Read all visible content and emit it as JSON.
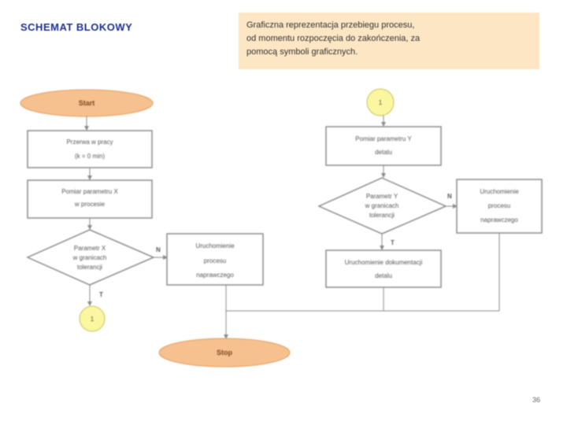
{
  "title": "SCHEMAT BLOKOWY",
  "callout": {
    "line1": "Graficzna reprezentacja przebiegu procesu,",
    "line2": "od momentu rozpoczęcia do zakończenia, za",
    "line3": "pomocą symboli graficznych."
  },
  "colors": {
    "pill_fill": "#f6c08f",
    "connector_fill": "#fbf6a0",
    "box_stroke": "#8a8a8a",
    "title_color": "#1a2f8f",
    "callout_bg": "#fde6c4"
  },
  "flow": {
    "start": "Start",
    "stop": "Stop",
    "left": {
      "box1_line1": "Przerwa w pracy",
      "box1_line2": "(k = 0 min)",
      "box2_line1": "Pomiar parametru X",
      "box2_line2": "w procesie",
      "decision_line1": "Parametr X",
      "decision_line2": "w granicach",
      "decision_line3": "tolerancji",
      "no_label": "N",
      "yes_label": "T",
      "side_line1": "Uruchomienie",
      "side_line2": "procesu",
      "side_line3": "naprawczego",
      "connector": "1"
    },
    "right": {
      "connector": "1",
      "box1_line1": "Pomiar parametru Y",
      "box1_line2": "detalu",
      "decision_line1": "Parametr Y",
      "decision_line2": "w granicach",
      "decision_line3": "tolerancji",
      "no_label": "N",
      "yes_label": "T",
      "side_line1": "Uruchomienie",
      "side_line2": "procesu",
      "side_line3": "naprawczego",
      "box2_line1": "Uruchomienie dokumentacji",
      "box2_line2": "detalu"
    }
  },
  "page_number": "36"
}
